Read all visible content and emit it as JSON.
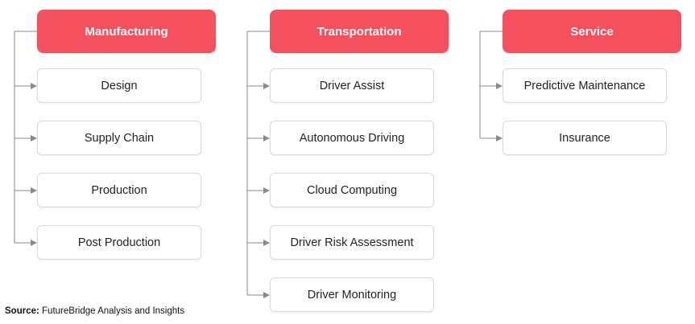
{
  "colors": {
    "header": "#f5505e",
    "header_text": "#ffffff",
    "box_border": "#d9d9d9",
    "connector": "#8a8a8a"
  },
  "columns": [
    {
      "title": "Manufacturing",
      "items": [
        "Design",
        "Supply Chain",
        "Production",
        "Post Production"
      ]
    },
    {
      "title": "Transportation",
      "items": [
        "Driver Assist",
        "Autonomous Driving",
        "Cloud Computing",
        "Driver Risk Assessment",
        "Driver Monitoring"
      ]
    },
    {
      "title": "Service",
      "items": [
        "Predictive Maintenance",
        "Insurance"
      ]
    }
  ],
  "source": {
    "label": "Source:",
    "text": "FutureBridge Analysis and Insights"
  }
}
